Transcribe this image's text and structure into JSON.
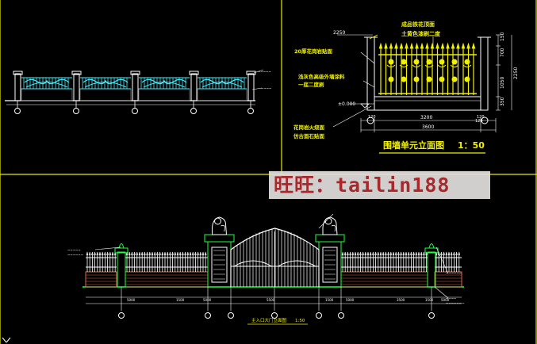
{
  "watermark": "旺旺：tailin188",
  "colors": {
    "background": "#000000",
    "frame": "#e8e800",
    "fence": "#40f0ff",
    "gold": "#f0f000",
    "green": "#20ff40",
    "white": "#ffffff",
    "brick": "#d86a40",
    "blue": "#6a6aff",
    "watermark_text": "#a8282c"
  },
  "top_left_view": {
    "notes": [
      "~~~~~",
      "~~~~"
    ]
  },
  "unit_elevation": {
    "title": "围墙单元立面图",
    "scale": "1：50",
    "labels": {
      "top_cap": "成品铁花顶面",
      "top_cap_2": "土黄色漆刷二度",
      "rail": "20厚花岗岩贴面",
      "paint_1": "浅灰色高级外墙涂料",
      "paint_2": "一底二度刷",
      "stone_1": "花岗岩火烧面",
      "stone_2": "仿古面石贴面",
      "level": "±0.000"
    },
    "dims": {
      "top_offset": "2250",
      "h_150": "150",
      "h_700": "700",
      "h_1050": "1050",
      "h_350": "350",
      "h_total": "2250",
      "w_inner": "3200",
      "w_total": "3600",
      "w_l": "120",
      "w_r": "120",
      "w_r2": "120"
    }
  },
  "main_gate": {
    "title": "主入口大门立面图",
    "scale": "1:50",
    "left_notes": [
      "~~~~~",
      "~~~~~~"
    ],
    "right_notes": [
      "~~~~~~",
      "~~~~",
      "~~~~~~~"
    ],
    "dims": [
      "5000",
      "1500",
      "5000",
      "5500",
      "1500",
      "5000",
      "3500",
      "1500",
      "5000"
    ]
  }
}
